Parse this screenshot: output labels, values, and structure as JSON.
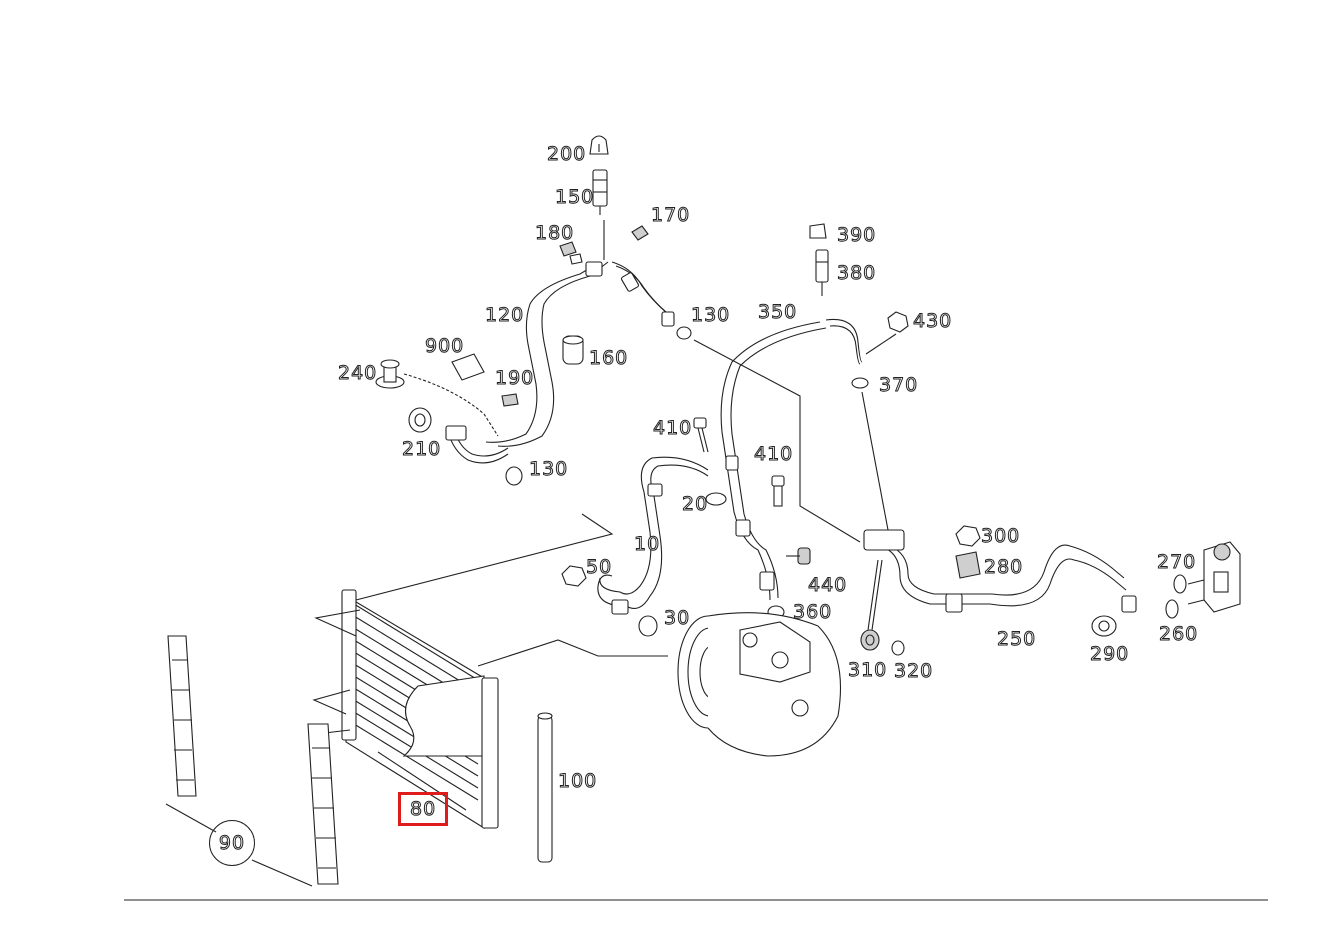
{
  "diagram": {
    "callouts": [
      {
        "id": "200",
        "label": "200"
      },
      {
        "id": "150",
        "label": "150"
      },
      {
        "id": "170",
        "label": "170"
      },
      {
        "id": "180",
        "label": "180"
      },
      {
        "id": "390",
        "label": "390"
      },
      {
        "id": "380",
        "label": "380"
      },
      {
        "id": "120",
        "label": "120"
      },
      {
        "id": "130a",
        "label": "130"
      },
      {
        "id": "350",
        "label": "350"
      },
      {
        "id": "430",
        "label": "430"
      },
      {
        "id": "900",
        "label": "900"
      },
      {
        "id": "160",
        "label": "160"
      },
      {
        "id": "240",
        "label": "240"
      },
      {
        "id": "190",
        "label": "190"
      },
      {
        "id": "370",
        "label": "370"
      },
      {
        "id": "410a",
        "label": "410"
      },
      {
        "id": "410b",
        "label": "410"
      },
      {
        "id": "210",
        "label": "210"
      },
      {
        "id": "130b",
        "label": "130"
      },
      {
        "id": "20",
        "label": "20"
      },
      {
        "id": "300",
        "label": "300"
      },
      {
        "id": "10",
        "label": "10"
      },
      {
        "id": "270",
        "label": "270"
      },
      {
        "id": "280",
        "label": "280"
      },
      {
        "id": "50",
        "label": "50"
      },
      {
        "id": "440",
        "label": "440"
      },
      {
        "id": "360",
        "label": "360"
      },
      {
        "id": "30",
        "label": "30"
      },
      {
        "id": "260",
        "label": "260"
      },
      {
        "id": "250",
        "label": "250"
      },
      {
        "id": "290",
        "label": "290"
      },
      {
        "id": "310",
        "label": "310"
      },
      {
        "id": "320",
        "label": "320"
      },
      {
        "id": "100",
        "label": "100"
      },
      {
        "id": "80",
        "label": "80",
        "highlighted": true
      },
      {
        "id": "90",
        "label": "90",
        "circled": true
      }
    ],
    "highlight_color": "#e01b1b",
    "line_color": "#222222"
  }
}
